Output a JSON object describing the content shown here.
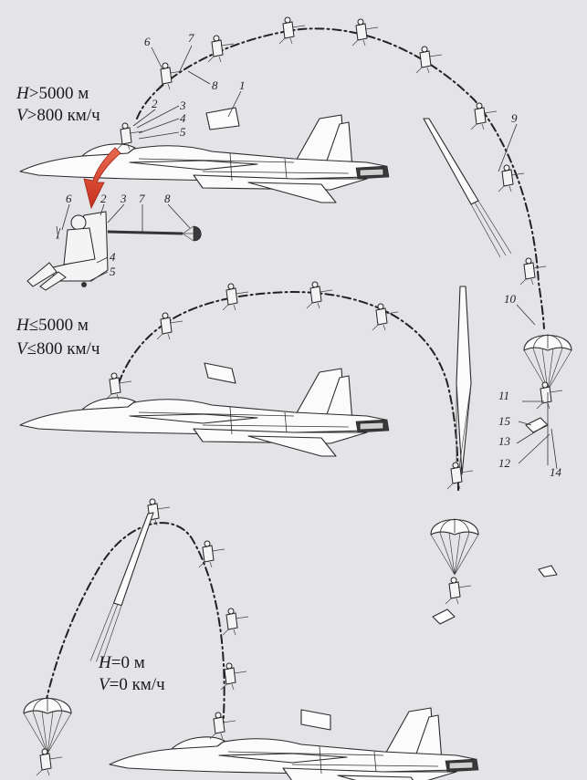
{
  "conditions": {
    "high": {
      "h_label": "H",
      "h_value": ">5000 м",
      "v_label": "V",
      "v_value": ">800 км/ч"
    },
    "medium": {
      "h_label": "H",
      "h_value": "≤5000 м",
      "v_label": "V",
      "v_value": "≤800 км/ч"
    },
    "zero": {
      "h_label": "H",
      "h_value": "=0 м",
      "v_label": "V",
      "v_value": "=0 км/ч"
    }
  },
  "callouts": {
    "n1": "1",
    "n2": "2",
    "n3": "3",
    "n4": "4",
    "n5": "5",
    "n6": "6",
    "n7": "7",
    "n8": "8",
    "n9": "9",
    "n10": "10",
    "n11": "11",
    "n12": "12",
    "n13": "13",
    "n14": "14",
    "n15": "15",
    "d2": "2",
    "d3": "3",
    "d4": "4",
    "d5": "5",
    "d6": "6",
    "d7": "7",
    "d8": "8"
  },
  "colors": {
    "arrow": "#d94a3a",
    "trajectory": "#222222",
    "background": "#e4e4e8"
  }
}
